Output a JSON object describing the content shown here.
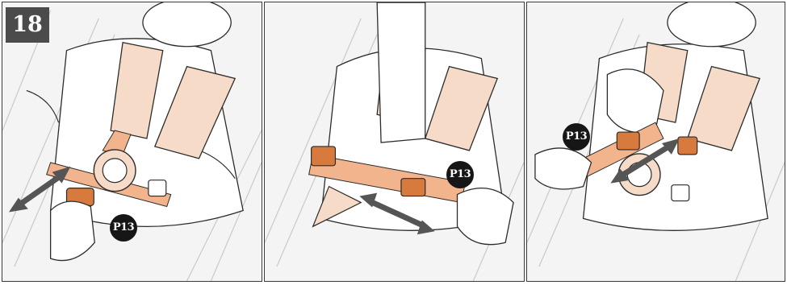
{
  "step": {
    "number": "18"
  },
  "callouts": {
    "part_code": "P13"
  },
  "colors": {
    "frame": "#3a3a3a",
    "badge_bg": "#4b4b4b",
    "harness_pad": "#f6dcc8",
    "webbing": "#f2b48d",
    "buckle_tab": "#d67a3e",
    "arrow": "#555555",
    "callout_bg": "#161616",
    "line_art": "#2b2b2b"
  },
  "panels": [
    {
      "icon": "harness-loosen-illustration"
    },
    {
      "icon": "strap-adjust-illustration"
    },
    {
      "icon": "buckle-slide-illustration"
    }
  ]
}
